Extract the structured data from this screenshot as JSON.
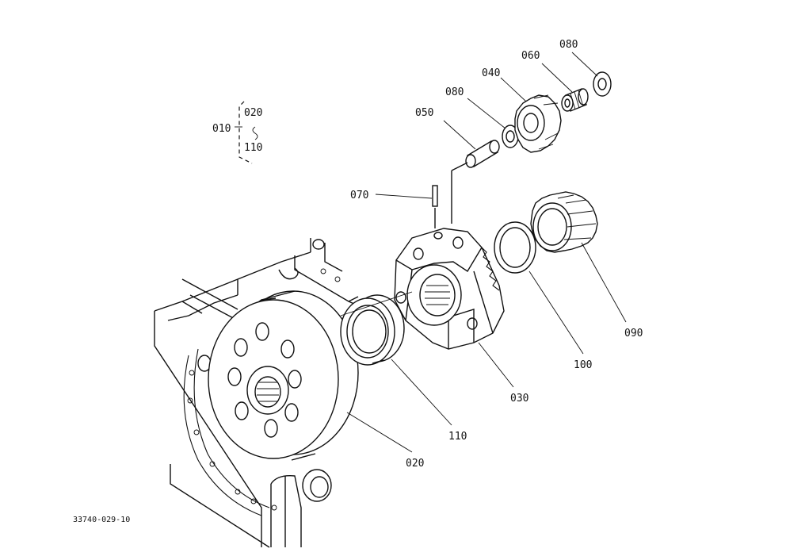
{
  "figure_code": "33740-029-10",
  "group": {
    "main": "010",
    "from": "020",
    "to": "110"
  },
  "callouts": {
    "c020": "020",
    "c030": "030",
    "c040": "040",
    "c050": "050",
    "c060": "060",
    "c070": "070",
    "c080a": "080",
    "c080b": "080",
    "c090": "090",
    "c100": "100",
    "c110": "110"
  }
}
